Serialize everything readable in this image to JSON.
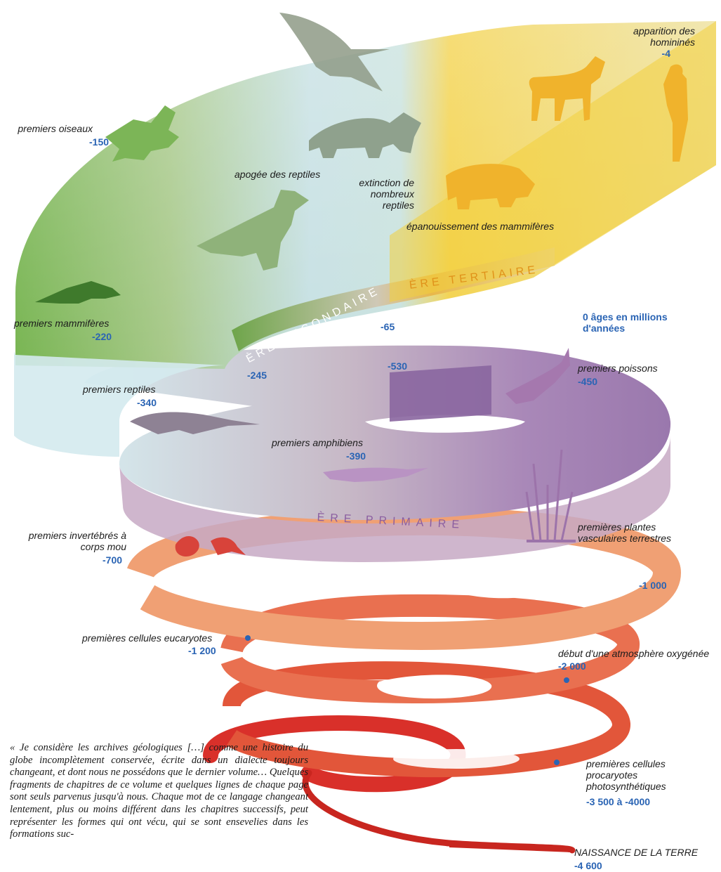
{
  "eras": {
    "tertiaire": "ÈRE TERTIAIRE",
    "secondaire": "ÈRE SECONDAIRE",
    "primaire": "ÈRE PRIMAIRE"
  },
  "axis_caption": "0 âges en millions d'années",
  "boundaries": {
    "b65": "-65",
    "b245": "-245",
    "b530": "-530"
  },
  "events": {
    "hominines": {
      "label": "apparition des hominінés",
      "value": "-4"
    },
    "oiseaux": {
      "label": "premiers oiseaux",
      "value": "-150"
    },
    "apogee": {
      "label": "apogée des reptiles"
    },
    "extinction": {
      "label": "extinction de nombreux reptiles"
    },
    "epanouissement": {
      "label": "épanouissement des mammifères"
    },
    "mammiferes": {
      "label": "premiers mammifères",
      "value": "-220"
    },
    "poissons": {
      "label": "premiers poissons",
      "value": "-450"
    },
    "reptiles": {
      "label": "premiers reptiles",
      "value": "-340"
    },
    "amphibiens": {
      "label": "premiers amphibiens",
      "value": "-390"
    },
    "invertebres": {
      "label": "premiers invertébrés à corps mou",
      "value": "-700"
    },
    "plantes": {
      "label": "premières plantes vasculaires terrestres"
    },
    "mille": {
      "value": "-1 000"
    },
    "eucaryotes": {
      "label": "premières cellules eucaryotes",
      "value": "-1 200"
    },
    "atmosphere": {
      "label": "début d'une atmosphère oxygénée",
      "value": "-2 000"
    },
    "procaryotes": {
      "label": "premières cellules procaryotes photosynthétiques",
      "value": "-3 500 à -4000"
    },
    "naissance": {
      "label": "NAISSANCE DE LA TERRE",
      "value": "-4 600"
    }
  },
  "quote": "« Je considère les archives géologiques […] comme une histoire du globe incomplètement conservée, écrite dans un dialecte toujours changeant, et dont nous ne possédons que le dernier volume… Quelques fragments de chapitres de ce volume et quelques lignes de chaque page sont seuls parvenus jusqu'à nous. Chaque mot de ce langage changeant lentement, plus ou moins différent dans les chapitres successifs, peut représenter les formes qui ont vécu, qui se sont ensevelies dans les formations suc-",
  "colors": {
    "tertiaire": "#f0cf3e",
    "secondaire": "#8cc061",
    "primaire_pale": "#cfe6ea",
    "primaire_violet": "#9a78ad",
    "precambrien": "#ee8a64",
    "deep": "#d9302a",
    "label_blue": "#2a64b4",
    "era_band": "#c9c0b0"
  },
  "icons": [
    "pterosaur-icon",
    "horse-icon",
    "human-icon",
    "bird-icon",
    "triceratops-icon",
    "trex-icon",
    "mammal-icon",
    "herbivore-mammal-icon",
    "fish-icon",
    "reptile-icon",
    "amphibian-icon",
    "plant-icon",
    "invertebrate-icon"
  ]
}
